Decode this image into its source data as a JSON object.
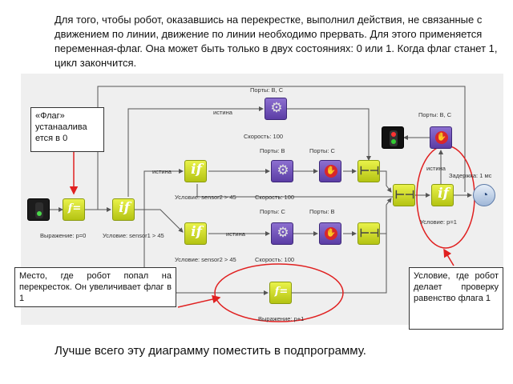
{
  "intro_text": "Для того, чтобы робот, оказавшись на перекрестке, выполнил действия, не связанные с движением по линии, движение по линии необходимо прервать. Для этого применяется переменная-флаг. Она может быть только в двух состояниях: 0 или 1. Когда флаг станет 1, цикл закончится.",
  "footer_text": "Лучше всего эту диаграмму поместить в подпрограмму.",
  "callouts": {
    "flag_set": "«Флаг» устанаалива ется в 0",
    "place": "Место, где робот попал на перекресток. Он увеличивает флаг в 1",
    "condition": "Условие, где робот делает проверку равенство флага 1"
  },
  "labels": {
    "expr_p0": "Выражение: p=0",
    "cond_sensor1": "Условие: sensor1 > 45",
    "true_upper": "истина",
    "true_top": "истина",
    "true_lower": "истина",
    "ports_bc_top": "Порты: B, C",
    "speed_top": "Скорость: 100",
    "ports_b_mid": "Порты: B",
    "ports_c_mid": "Порты: C",
    "cond_sensor2_upper": "Условие: sensor2 > 45",
    "speed_mid": "Скорость: 100",
    "ports_c_low": "Порты: C",
    "ports_b_low": "Порты: B",
    "cond_sensor2_lower": "Условие: sensor2 > 45",
    "speed_low": "Скорость: 100",
    "expr_p1": "Выражение: p+1",
    "ports_bc_right": "Порты: B, C",
    "true_right": "истина",
    "delay_label": "Задержка: 1 мс",
    "cond_p1": "Условие: p=1"
  },
  "block_glyphs": {
    "if": "if",
    "var": "f=",
    "motor": "⚙",
    "stop": "✋",
    "join": "⊢⊣",
    "delay": "◔"
  },
  "colors": {
    "wire": "#555555",
    "arrow_red": "#e02020",
    "ellipse_red": "#e02020",
    "if_block": "#c9d62a",
    "motor_block": "#6e4fb8"
  }
}
